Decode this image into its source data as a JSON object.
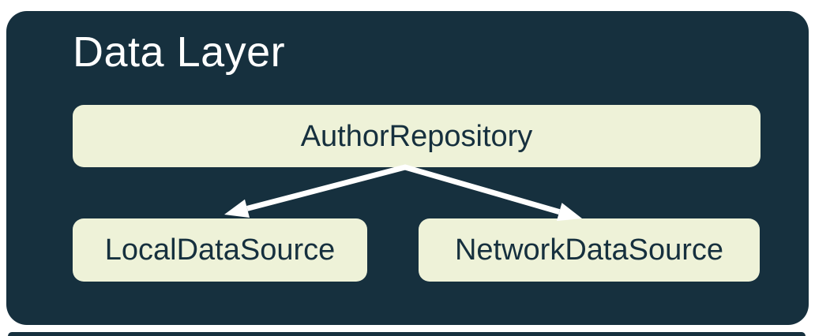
{
  "diagram": {
    "title": "Data Layer",
    "nodes": [
      {
        "id": "author-repository",
        "label": "AuthorRepository"
      },
      {
        "id": "local-data-source",
        "label": "LocalDataSource"
      },
      {
        "id": "network-data-source",
        "label": "NetworkDataSource"
      }
    ],
    "edges": [
      {
        "from": "AuthorRepository",
        "to": "LocalDataSource"
      },
      {
        "from": "AuthorRepository",
        "to": "NetworkDataSource"
      }
    ]
  },
  "colors": {
    "page_bg": "#ffffff",
    "panel_bg": "#16303e",
    "node_bg": "#eef2d8",
    "node_text": "#16303e",
    "title_text": "#ffffff",
    "arrow": "#ffffff"
  }
}
